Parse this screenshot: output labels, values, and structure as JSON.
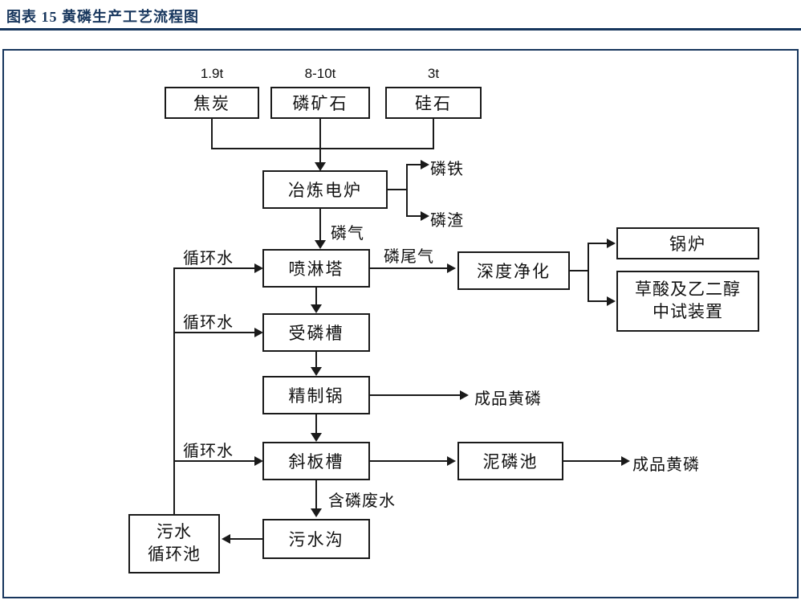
{
  "header": {
    "title": "图表 15  黄磷生产工艺流程图"
  },
  "flowchart": {
    "inputs": {
      "coke": {
        "amount": "1.9t",
        "label": "焦炭"
      },
      "ore": {
        "amount": "8-10t",
        "label": "磷矿石"
      },
      "silica": {
        "amount": "3t",
        "label": "硅石"
      }
    },
    "nodes": {
      "furnace": "冶炼电炉",
      "spray_tower": "喷淋塔",
      "receiving_tank": "受磷槽",
      "refining_pot": "精制锅",
      "inclined_tank": "斜板槽",
      "sewage_ditch": "污水沟",
      "sewage_pool_line1": "污水",
      "sewage_pool_line2": "循环池",
      "purification": "深度净化",
      "boiler": "锅炉",
      "pilot_line1": "草酸及乙二醇",
      "pilot_line2": "中试装置",
      "mud_pool": "泥磷池"
    },
    "edge_labels": {
      "ferrophosphorus": "磷铁",
      "slag": "磷渣",
      "phosphorus_gas": "磷气",
      "tail_gas": "磷尾气",
      "product_1": "成品黄磷",
      "product_2": "成品黄磷",
      "wastewater": "含磷废水",
      "circulating_water_1": "循环水",
      "circulating_water_2": "循环水",
      "circulating_water_3": "循环水"
    },
    "colors": {
      "accent_navy": "#17365d",
      "line_black": "#1a1a1a"
    }
  }
}
